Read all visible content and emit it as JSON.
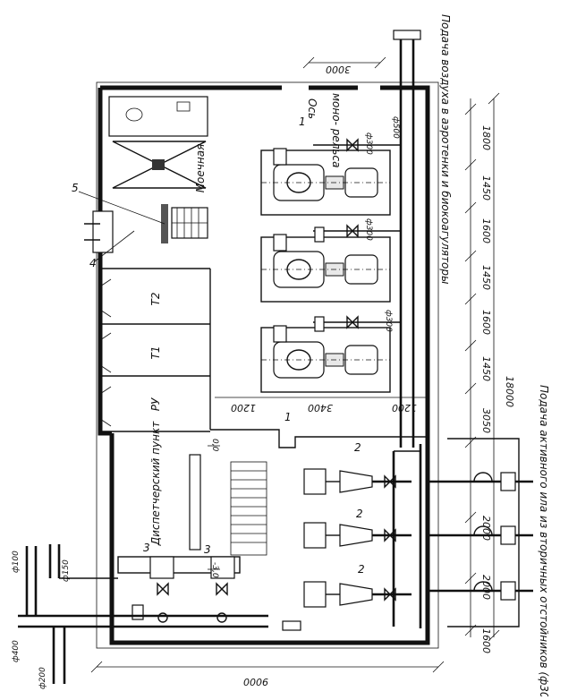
{
  "rooms": {
    "washroom": "Моечная",
    "t2": "Т2",
    "t1": "Т1",
    "ru": "РУ",
    "dispatch": "Диспетчерский пункт",
    "axis": "Ось",
    "monorail": "моно- рельса"
  },
  "annotations": {
    "air_supply": "Подача воздуха в аэротенки и биокоагуляторы",
    "sludge_supply": "Подача активного ила из вторичных отстойников (ф300)"
  },
  "callouts": {
    "c1": "1",
    "c2": "2",
    "c3": "3",
    "c4": "4",
    "c5": "5"
  },
  "levels": {
    "zero": "0,0",
    "minus3": "-3,0"
  },
  "pipes": {
    "p100": "ф100",
    "p150": "ф150",
    "p400": "ф400",
    "p200": "ф200",
    "p500": "ф500",
    "p300": "ф300"
  },
  "dims": {
    "d3000": "3000",
    "d1800": "1800",
    "d1450": "1450",
    "d1600": "1600",
    "d3050": "3050",
    "d2000": "2000",
    "d18000": "18000",
    "d9000": "9000",
    "d1200": "1200",
    "d3400": "3400"
  }
}
